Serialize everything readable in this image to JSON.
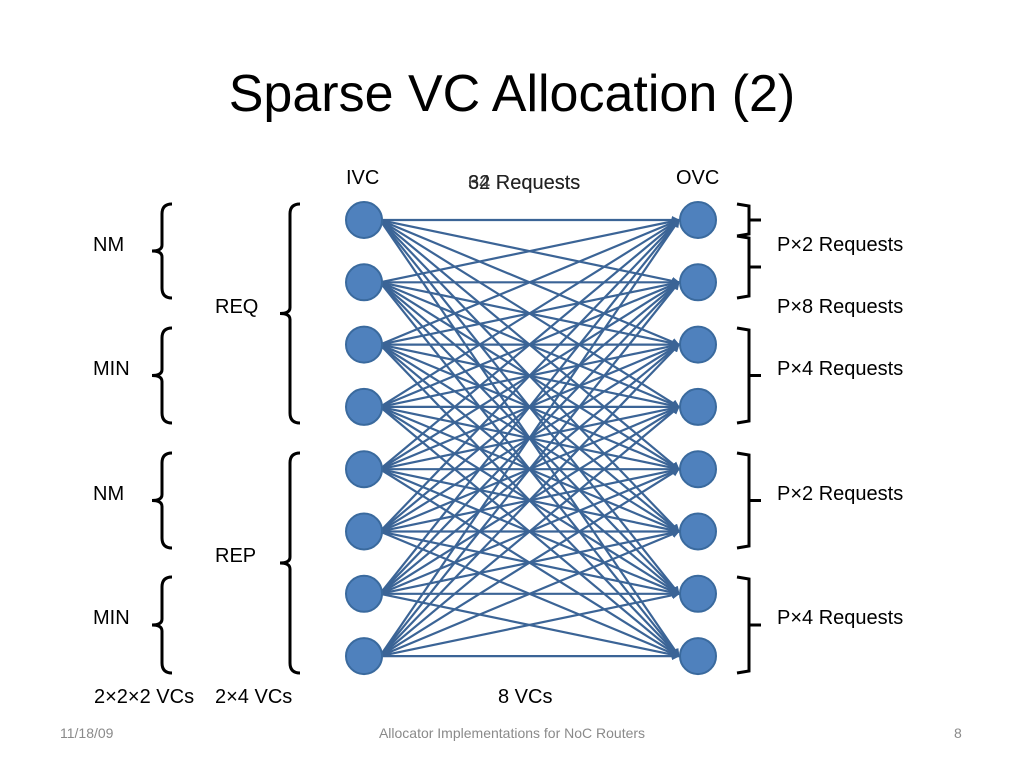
{
  "title": "Sparse VC Allocation (2)",
  "diagram": {
    "left_header": "IVC",
    "right_header": "OVC",
    "center_header_back": "64 Requests",
    "center_header_front": "32 Requests",
    "left_outer_labels": [
      "NM",
      "MIN",
      "NM",
      "MIN"
    ],
    "left_middle_labels": [
      "REQ",
      "REP"
    ],
    "right_labels": [
      "P×2 Requests",
      "P×8 Requests",
      "P×4 Requests",
      "P×2 Requests",
      "P×4 Requests"
    ],
    "bottom_labels": {
      "outer": "2×2×2 VCs",
      "middle": "2×4 VCs",
      "center": "8 VCs"
    },
    "input_node_count": 8,
    "output_node_count": 8,
    "colors": {
      "node_fill": "#4f81bd",
      "node_stroke": "#3a6a9e",
      "edge": "#3b6496"
    }
  },
  "footer": {
    "date": "11/18/09",
    "center": "Allocator Implementations for NoC Routers",
    "page": "8"
  }
}
